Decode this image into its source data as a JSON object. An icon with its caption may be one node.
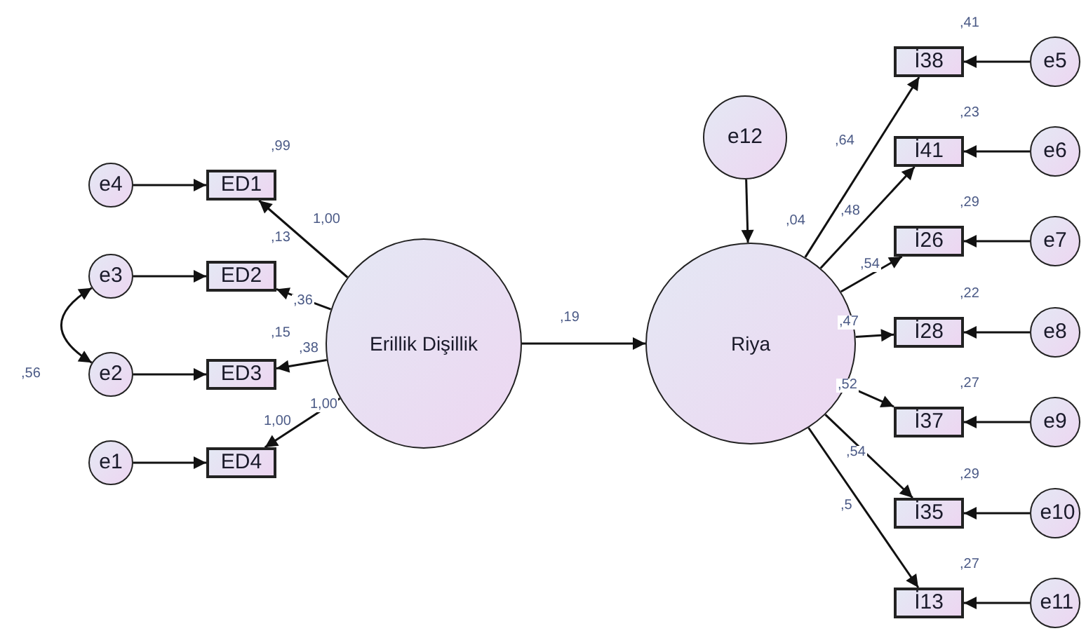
{
  "diagram": {
    "nodes": [
      {
        "text": [
          "ED1"
        ],
        "beside": [
          ",99"
        ]
      },
      {
        "text": [
          "ED2"
        ],
        "beside": [
          ",13"
        ]
      },
      {
        "text": [
          "ED3"
        ],
        "beside": [
          ",15"
        ]
      },
      {
        "text": [
          "ED4"
        ],
        "beside": [
          "1,00"
        ]
      },
      {
        "text": [
          "e4"
        ]
      },
      {
        "text": [
          "e3"
        ]
      },
      {
        "text": [
          "e2"
        ]
      },
      {
        "text": [
          "e1"
        ]
      },
      {
        "text": [
          "Erillik Dişillik"
        ]
      },
      {
        "text": [
          "Riya"
        ],
        "beside": [
          ",04"
        ]
      },
      {
        "text": [
          "e12"
        ]
      },
      {
        "text": [
          "İ38"
        ],
        "beside": [
          ",41"
        ]
      },
      {
        "text": [
          "İ41"
        ],
        "beside": [
          ",23"
        ]
      },
      {
        "text": [
          "İ26"
        ],
        "beside": [
          ",29"
        ]
      },
      {
        "text": [
          "İ28"
        ],
        "beside": [
          ",22"
        ]
      },
      {
        "text": [
          "İ37"
        ],
        "beside": [
          ",27"
        ]
      },
      {
        "text": [
          "İ35"
        ],
        "beside": [
          ",29"
        ]
      },
      {
        "text": [
          "İ13"
        ],
        "beside": [
          ",27"
        ]
      },
      {
        "text": [
          "e5"
        ]
      },
      {
        "text": [
          "e6"
        ]
      },
      {
        "text": [
          "e7"
        ]
      },
      {
        "text": [
          "e8"
        ]
      },
      {
        "text": [
          "e9"
        ]
      },
      {
        "text": [
          "e10"
        ]
      },
      {
        "text": [
          "e11"
        ]
      }
    ],
    "edges": [
      {
        "from": 4,
        "to": 0,
        "arrow": "to"
      },
      {
        "from": 5,
        "to": 1,
        "arrow": "to"
      },
      {
        "from": 6,
        "to": 2,
        "arrow": "to"
      },
      {
        "from": 7,
        "to": 3,
        "arrow": "to"
      },
      {
        "from": 5,
        "to": 6,
        "arrow": "both",
        "label": ",56"
      },
      {
        "from": 8,
        "to": 0,
        "arrow": "to",
        "label": "1,00"
      },
      {
        "from": 8,
        "to": 1,
        "arrow": "to",
        "label": ",36"
      },
      {
        "from": 8,
        "to": 2,
        "arrow": "to",
        "label": ",38"
      },
      {
        "from": 8,
        "to": 3,
        "arrow": "to",
        "label": "1,00"
      },
      {
        "from": 8,
        "to": 9,
        "arrow": "to",
        "label": ",19"
      },
      {
        "from": 10,
        "to": 9,
        "arrow": "to"
      },
      {
        "from": 9,
        "to": 11,
        "arrow": "to",
        "label": ",64"
      },
      {
        "from": 9,
        "to": 12,
        "arrow": "to",
        "label": ",48"
      },
      {
        "from": 9,
        "to": 13,
        "arrow": "to",
        "label": ",54"
      },
      {
        "from": 9,
        "to": 14,
        "arrow": "to",
        "label": ",47"
      },
      {
        "from": 9,
        "to": 15,
        "arrow": "to",
        "label": ",52"
      },
      {
        "from": 9,
        "to": 16,
        "arrow": "to",
        "label": ",54"
      },
      {
        "from": 9,
        "to": 17,
        "arrow": "to",
        "label": ",5"
      },
      {
        "from": 18,
        "to": 11,
        "arrow": "to"
      },
      {
        "from": 19,
        "to": 12,
        "arrow": "to"
      },
      {
        "from": 20,
        "to": 13,
        "arrow": "to"
      },
      {
        "from": 21,
        "to": 14,
        "arrow": "to"
      },
      {
        "from": 22,
        "to": 15,
        "arrow": "to"
      },
      {
        "from": 23,
        "to": 16,
        "arrow": "to"
      },
      {
        "from": 24,
        "to": 17,
        "arrow": "to"
      }
    ]
  }
}
